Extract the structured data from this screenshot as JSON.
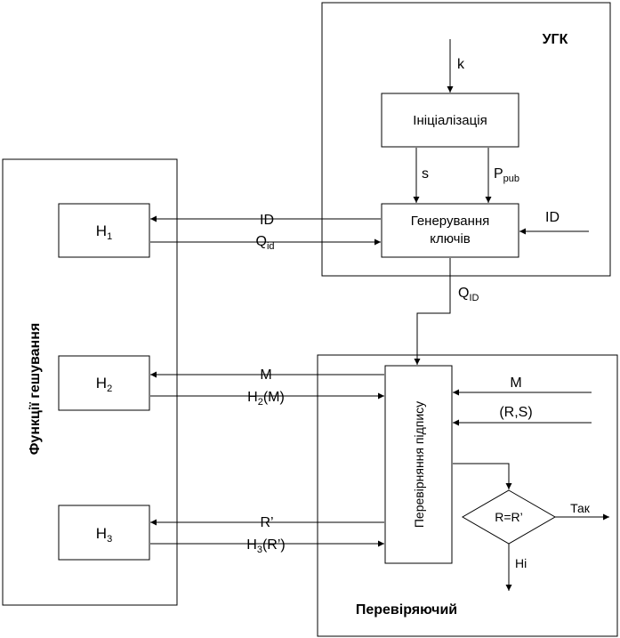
{
  "blocks": {
    "ugk_title": "УГК",
    "hash_title": "Функції гешування",
    "verifier_title": "Перевіряючий"
  },
  "nodes": {
    "init": "Ініціалізація",
    "keygen_line1": "Генерування",
    "keygen_line2": "ключів",
    "h1_base": "H",
    "h1_sub": "1",
    "h2_base": "H",
    "h2_sub": "2",
    "h3_base": "H",
    "h3_sub": "3",
    "verify": "Перевірняння підпису",
    "decision": "R=R’"
  },
  "edges": {
    "k": "k",
    "s": "s",
    "ppub_base": "P",
    "ppub_sub": "pub",
    "id_in": "ID",
    "id_to_h1": "ID",
    "qid_base": "Q",
    "qid_sub": "id",
    "qid_out_base": "Q",
    "qid_out_sub": "ID",
    "m_to_h2": "M",
    "h2m_base": "H",
    "h2m_sub": "2",
    "h2m_rest": "(M)",
    "m_in": "M",
    "rs_in": "(R,S)",
    "r_to_h3": "R’",
    "h3r_base": "H",
    "h3r_sub": "3",
    "h3r_rest": "(R’)",
    "yes": "Так",
    "no": "Ні"
  }
}
